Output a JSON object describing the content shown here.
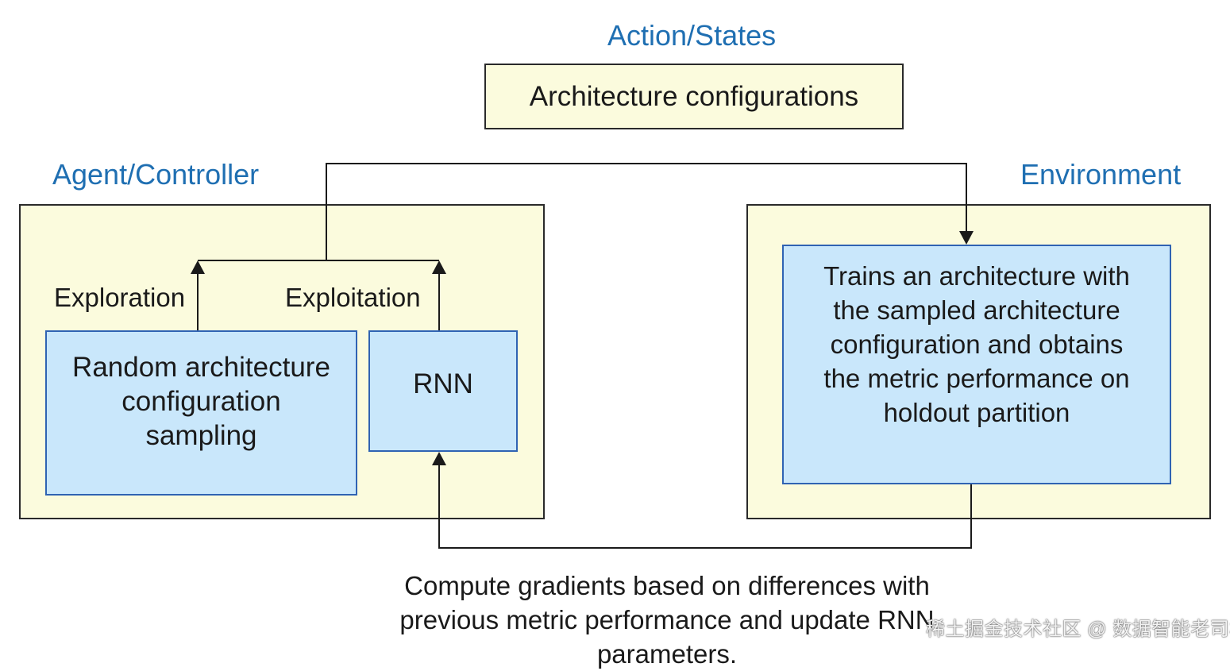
{
  "action_states": {
    "title": "Action/States",
    "box_label": "Architecture configurations"
  },
  "agent": {
    "title": "Agent/Controller",
    "exploration_label": "Exploration",
    "exploitation_label": "Exploitation",
    "random_box_label": "Random architecture\nconfiguration\nsampling",
    "rnn_box_label": "RNN"
  },
  "environment": {
    "title": "Environment",
    "train_box_label": "Trains an architecture with\nthe sampled architecture\nconfiguration and obtains\nthe metric performance on\nholdout partition"
  },
  "feedback": {
    "caption": "Compute gradients based on differences with\nprevious metric performance and update RNN parameters."
  },
  "watermark": "稀土掘金技术社区 @ 数据智能老司机",
  "colors": {
    "title_blue": "#1f6fb2",
    "yellow_fill": "#fbfbdd",
    "blue_fill": "#c9e7fb",
    "blue_border": "#2f63b3"
  }
}
